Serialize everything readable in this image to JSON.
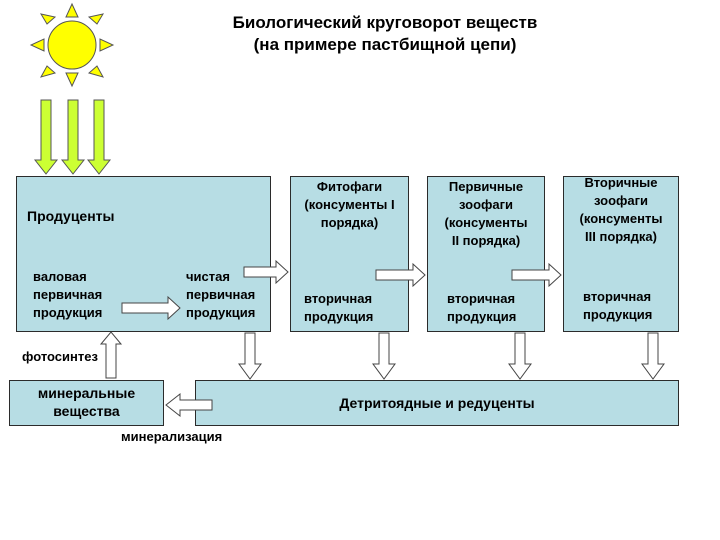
{
  "title": {
    "line1": "Биологический круговорот веществ",
    "line2": "(на примере пастбищной цепи)"
  },
  "producers": {
    "title": "Продуценты",
    "gross_1": "валовая",
    "gross_2": "первичная",
    "gross_3": "продукция",
    "net_1": "чистая",
    "net_2": "первичная",
    "net_3": "продукция"
  },
  "phytophages": {
    "title_1": "Фитофаги",
    "title_2": "(консументы I",
    "title_3": "порядка)",
    "prod_1": "вторичная",
    "prod_2": "продукция"
  },
  "primary_zoophages": {
    "title_1": "Первичные",
    "title_2": "зоофаги",
    "title_3": "(консументы",
    "title_4": "II порядка)",
    "prod_1": "вторичная",
    "prod_2": "продукция"
  },
  "secondary_zoophages": {
    "title_1": "Вторичные",
    "title_2": "зоофаги",
    "title_3": "(консументы",
    "title_4": "III порядка)",
    "prod_1": "вторичная",
    "prod_2": "продукция"
  },
  "minerals": {
    "title_1": "минеральные",
    "title_2": "вещества"
  },
  "detritivores": {
    "title": "Детритоядные и редуценты"
  },
  "labels": {
    "photosynthesis": "фотосинтез",
    "mineralization": "минерализация"
  },
  "colors": {
    "box_fill": "#b7dde4",
    "sun": "#ffff00",
    "sunbeam_arrow": "#ccff33",
    "flow_arrow": "#ffffff"
  }
}
